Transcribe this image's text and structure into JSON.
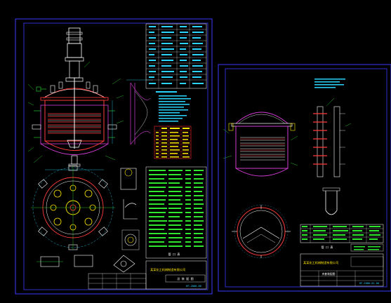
{
  "colors": {
    "background": "#000000",
    "frame": "#3a3aff",
    "vessel": "#ff3b3b",
    "internals": "#ffffff",
    "magenta": "#d23cd2",
    "green": "#2ee62e",
    "cyan": "#2ad4ff",
    "yellow": "#ffe600",
    "red_table": "#ff2a2a"
  },
  "sheet_left": {
    "tech_table_title": "技 术 特 性 表",
    "parts_table_title": "管 口 表",
    "drawing_title": "反应釜装配图",
    "title_block_caption": "总 装 配 图",
    "company": "某某化工机械制造有限公司",
    "drawing_no": "HF-2000-00"
  },
  "sheet_right": {
    "table_caption": "管 口 表",
    "title_block_caption": "夹套装配图",
    "company": "某某化工机械制造有限公司",
    "drawing_no": "HF-2000-01-00"
  }
}
